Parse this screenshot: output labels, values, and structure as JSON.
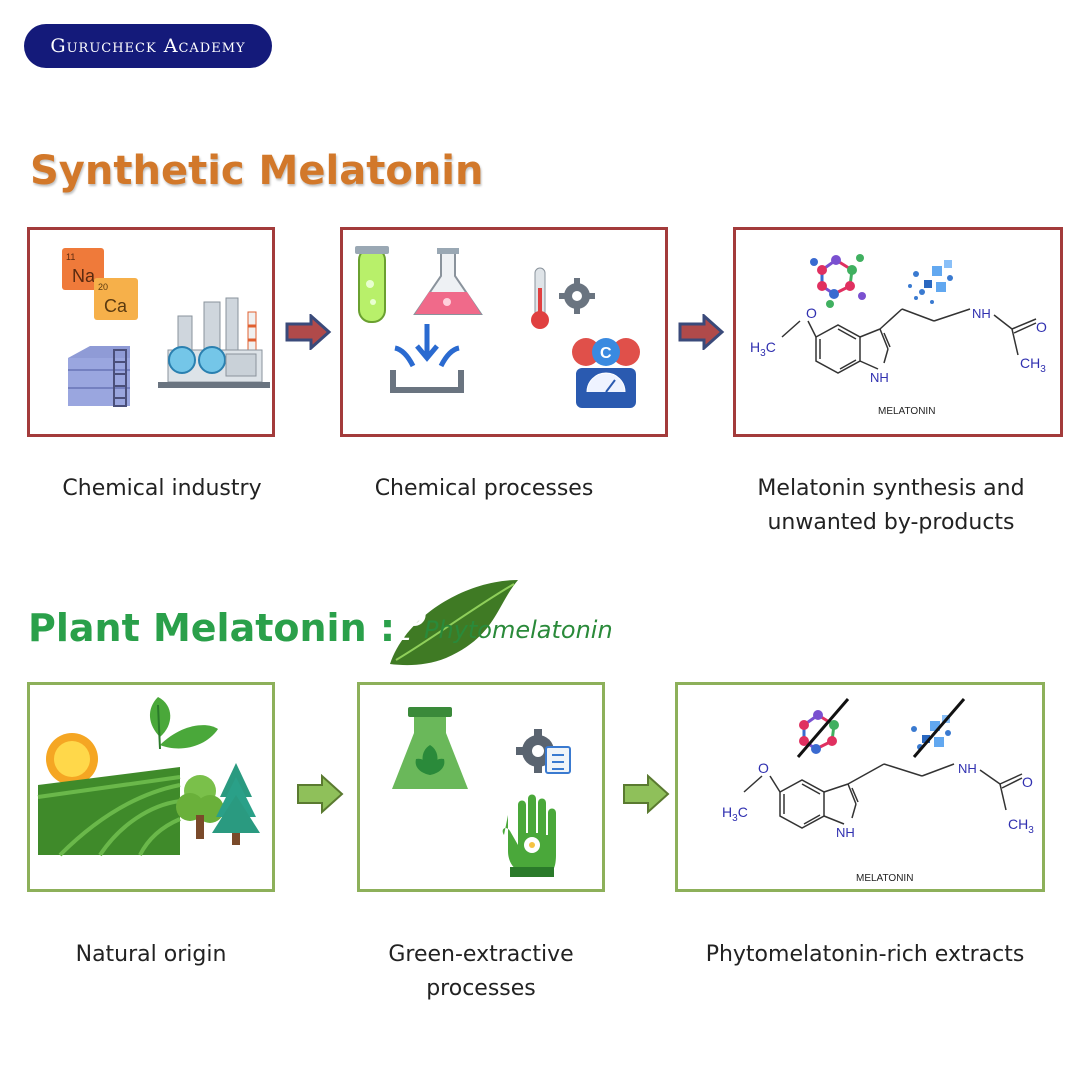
{
  "brand": {
    "name": "Gurucheck Academy"
  },
  "synthetic": {
    "title": "Synthetic Melatonin",
    "steps": [
      {
        "caption": "Chemical industry"
      },
      {
        "caption": "Chemical processes"
      },
      {
        "caption_line1": "Melatonin synthesis and",
        "caption_line2": "unwanted by-products"
      }
    ],
    "elements": {
      "na_num": "11",
      "na_sym": "Na",
      "ca_num": "20",
      "ca_sym": "Ca",
      "scale_letter": "C"
    }
  },
  "plant": {
    "title": "Plant Melatonin :",
    "phyto_word": "Phytomelatonin",
    "steps": [
      {
        "caption": "Natural origin"
      },
      {
        "caption_line1": "Green-extractive",
        "caption_line2": "processes"
      },
      {
        "caption": "Phytomelatonin-rich extracts"
      }
    ]
  },
  "molecule": {
    "label": "MELATONIN",
    "nh": "NH",
    "ring_nh": "NH",
    "o": "O",
    "ch3": "CH",
    "h3c": "H",
    "sub3": "3",
    "c": "C"
  },
  "colors": {
    "synthetic_title": "#d2782a",
    "synthetic_border": "#a33b3b",
    "plant_title": "#2aa04a",
    "plant_border": "#8db05a",
    "logo_bg": "#141a7a"
  }
}
